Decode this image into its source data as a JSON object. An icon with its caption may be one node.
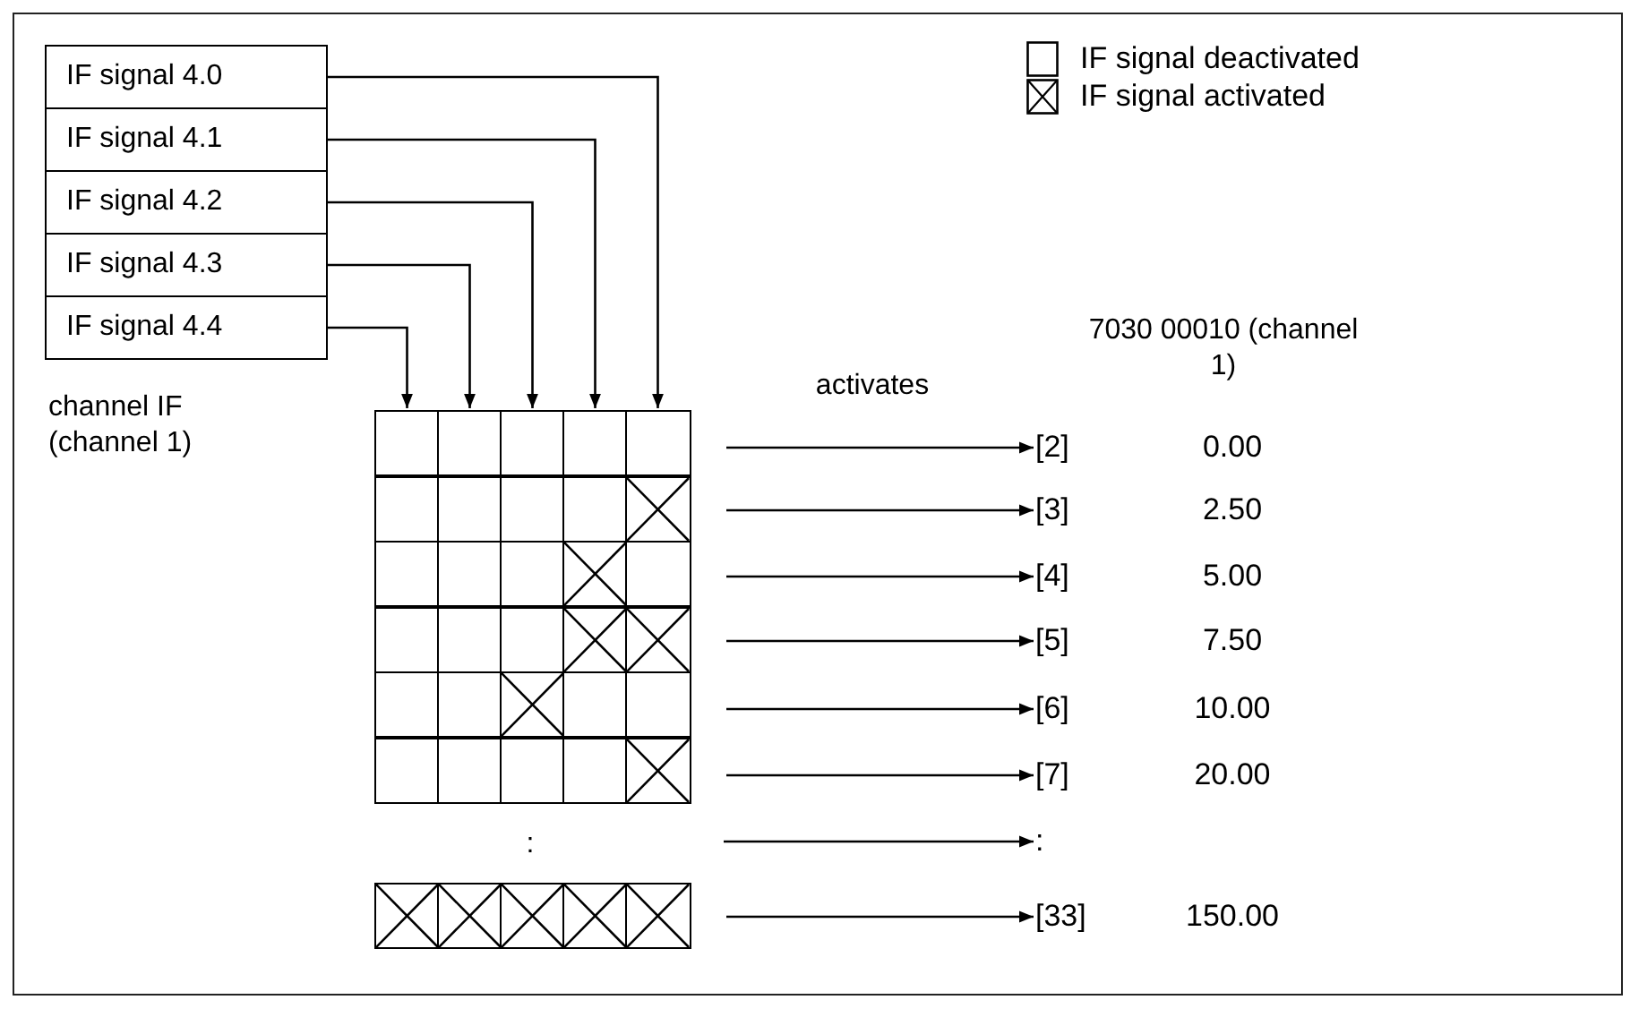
{
  "diagram": {
    "nodes": [
      {
        "text": [
          "IF signal 4.0"
        ]
      },
      {
        "text": [
          "IF signal 4.1"
        ]
      },
      {
        "text": [
          "IF signal 4.2"
        ]
      },
      {
        "text": [
          "IF signal 4.3"
        ]
      },
      {
        "text": [
          "IF signal 4.4"
        ]
      },
      {
        "text": [],
        "shape": "box"
      },
      {
        "text": [],
        "shape": "box"
      },
      {
        "text": [],
        "shape": "box"
      },
      {
        "text": [],
        "shape": "box"
      },
      {
        "text": [],
        "shape": "box"
      },
      {
        "text": [],
        "shape": "box"
      },
      {
        "text": [],
        "shape": "box"
      },
      {
        "text": [],
        "shape": "box"
      },
      {
        "text": [],
        "shape": "box"
      },
      {
        "text": [],
        "shape": "cross"
      },
      {
        "text": [],
        "shape": "box"
      },
      {
        "text": [],
        "shape": "box"
      },
      {
        "text": [],
        "shape": "box"
      },
      {
        "text": [],
        "shape": "cross"
      },
      {
        "text": [],
        "shape": "box"
      },
      {
        "text": [],
        "shape": "box"
      },
      {
        "text": [],
        "shape": "box"
      },
      {
        "text": [],
        "shape": "box"
      },
      {
        "text": [],
        "shape": "cross"
      },
      {
        "text": [],
        "shape": "cross"
      },
      {
        "text": [],
        "shape": "box"
      },
      {
        "text": [],
        "shape": "box"
      },
      {
        "text": [],
        "shape": "cross"
      },
      {
        "text": [],
        "shape": "box"
      },
      {
        "text": [],
        "shape": "box"
      },
      {
        "text": [],
        "shape": "box"
      },
      {
        "text": [],
        "shape": "box"
      },
      {
        "text": [],
        "shape": "box"
      },
      {
        "text": [],
        "shape": "box"
      },
      {
        "text": [],
        "shape": "cross"
      },
      {
        "text": [],
        "shape": "cross"
      },
      {
        "text": [],
        "shape": "cross"
      },
      {
        "text": [],
        "shape": "cross"
      },
      {
        "text": [],
        "shape": "cross"
      },
      {
        "text": [],
        "shape": "cross"
      },
      {
        "text": [
          "[2]",
          "0.00"
        ]
      },
      {
        "text": [
          "[3]",
          "2.50"
        ]
      },
      {
        "text": [
          "[4]",
          "5.00"
        ]
      },
      {
        "text": [
          "[5]",
          "7.50"
        ]
      },
      {
        "text": [
          "[6]",
          "10.00"
        ]
      },
      {
        "text": [
          "[7]",
          "20.00"
        ]
      },
      {
        "text": [
          ":"
        ]
      },
      {
        "text": [
          "[33]",
          "150.00"
        ]
      }
    ],
    "edges": [
      {
        "from": 0,
        "to": 9,
        "arrow": "to"
      },
      {
        "from": 1,
        "to": 8,
        "arrow": "to"
      },
      {
        "from": 2,
        "to": 7,
        "arrow": "to"
      },
      {
        "from": 3,
        "to": 6,
        "arrow": "to"
      },
      {
        "from": 4,
        "to": 5,
        "arrow": "to"
      },
      {
        "from": 9,
        "to": 40,
        "arrow": "to"
      },
      {
        "from": 14,
        "to": 41,
        "arrow": "to"
      },
      {
        "from": 19,
        "to": 42,
        "arrow": "to"
      },
      {
        "from": 24,
        "to": 43,
        "arrow": "to"
      },
      {
        "from": 29,
        "to": 44,
        "arrow": "to"
      },
      {
        "from": 34,
        "to": 45,
        "arrow": "to"
      },
      {
        "from": null,
        "to": 46,
        "arrow": "to"
      },
      {
        "from": 39,
        "to": 47,
        "arrow": "to"
      }
    ],
    "labels": [
      "channel IF (channel 1)",
      "activates",
      "7030 00010 (channel 1)",
      ":"
    ],
    "legend": [
      {
        "text": "IF signal deactivated"
      },
      {
        "text": "IF signal activated"
      }
    ]
  }
}
